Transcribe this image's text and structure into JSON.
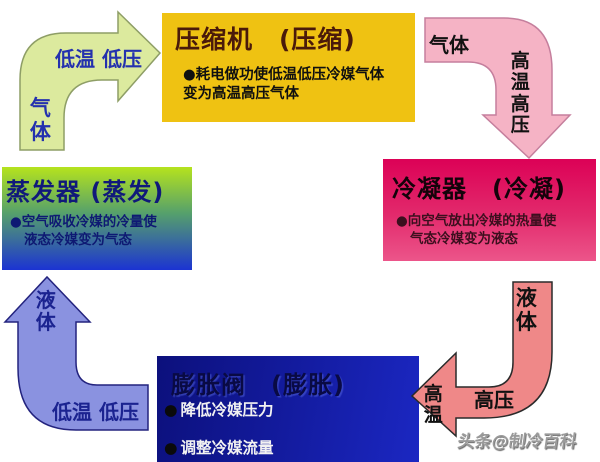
{
  "page": {
    "background": "#ffffff",
    "border_color": "#d9d9d9"
  },
  "boxes": {
    "compressor": {
      "title": "压缩机　(压缩)",
      "desc_line1": "●耗电做功使低温低压冷媒气体",
      "desc_line2": "变为高温高压气体",
      "bg": "#efc212",
      "title_color": "#4a1a0a",
      "text_color": "#101010"
    },
    "condenser": {
      "title": "冷凝器　(冷凝)",
      "desc_line1": "●向空气放出冷媒的热量使",
      "desc_line2": "气态冷媒变为液态",
      "bg_top": "#dc0156",
      "bg_bottom": "#ec558a",
      "title_color": "#14030a",
      "text_color": "#3c0f1e"
    },
    "evaporator": {
      "title": "蒸发器 (蒸发)",
      "desc_line1": "●空气吸收冷媒的冷量使",
      "desc_line2": "液态冷媒变为气态",
      "bg_top": "#b5e31d",
      "bg_bottom": "#1c33d2",
      "title_color": "#10197a",
      "text_color": "#0e1973"
    },
    "expansion": {
      "title": "膨胀阀　(膨胀)",
      "bullet_marker": "●",
      "bullet1": "降低冷媒压力",
      "bullet2": "调整冷媒流量",
      "bg_left": "#0c107c",
      "bg_right": "#1b27c2",
      "title_color": "#090a44",
      "text_color": "#f2f2f2"
    }
  },
  "arrows": {
    "evap_to_comp": {
      "fill": "#dcea9e",
      "stroke": "#8e9e66",
      "label_state": "低温 低压",
      "label_phase": "气体",
      "label_color": "#2431ae"
    },
    "comp_to_cond": {
      "fill": "#f5b3c5",
      "stroke": "#c57f9d",
      "label_phase": "气体",
      "label_state": "高温高压",
      "label_color": "#111111"
    },
    "cond_to_exp": {
      "fill": "#ef8888",
      "stroke": "#2a2a2a",
      "label_phase": "液体",
      "label_pressure": "高压",
      "label_temp": "高温",
      "label_color": "#111111"
    },
    "exp_to_evap": {
      "fill": "#8a92e0",
      "stroke": "#23237e",
      "label_phase": "液体",
      "label_state": "低温 低压",
      "label_color": "#1b2390"
    }
  },
  "watermark": {
    "text": "头条@制冷百科",
    "color": "#9a9a9a"
  }
}
